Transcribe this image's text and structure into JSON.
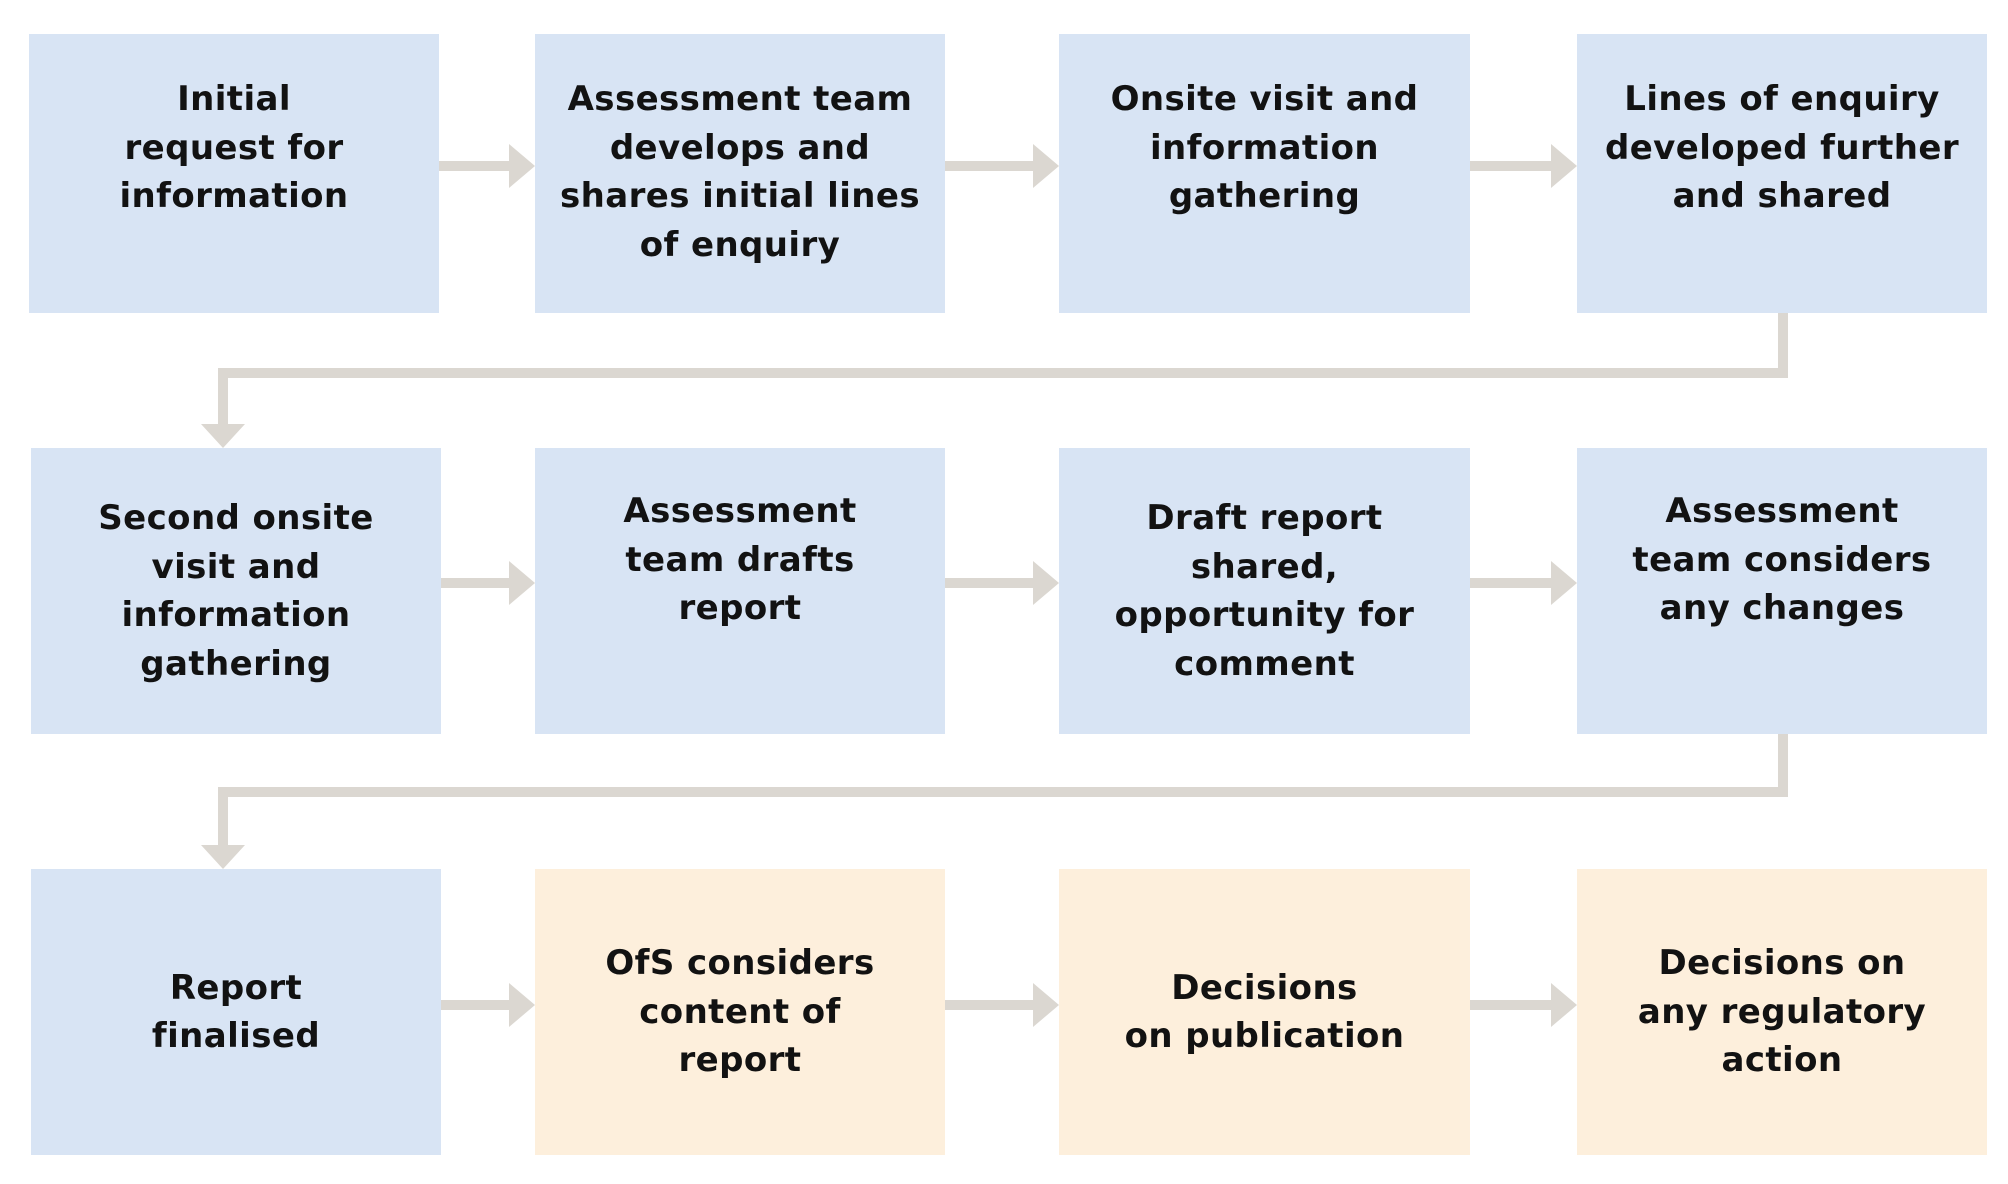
{
  "flowchart": {
    "steps": [
      {
        "id": "step-1",
        "label": "Initial\nrequest for\ninformation",
        "fill": "#d8e4f4"
      },
      {
        "id": "step-2",
        "label": "Assessment team\ndevelops and\nshares initial lines\nof enquiry",
        "fill": "#d8e4f4"
      },
      {
        "id": "step-3",
        "label": "Onsite visit and\ninformation\ngathering",
        "fill": "#d8e4f4"
      },
      {
        "id": "step-4",
        "label": "Lines of enquiry\ndeveloped further\nand shared",
        "fill": "#d8e4f4"
      },
      {
        "id": "step-5",
        "label": "Second onsite\nvisit and\ninformation\ngathering",
        "fill": "#d8e4f4"
      },
      {
        "id": "step-6",
        "label": "Assessment\nteam drafts\nreport",
        "fill": "#d8e4f4"
      },
      {
        "id": "step-7",
        "label": "Draft report\nshared,\nopportunity for\ncomment",
        "fill": "#d8e4f4"
      },
      {
        "id": "step-8",
        "label": "Assessment\nteam considers\nany changes",
        "fill": "#d8e4f4"
      },
      {
        "id": "step-9",
        "label": "Report\nfinalised",
        "fill": "#d8e4f4"
      },
      {
        "id": "step-10",
        "label": "OfS considers\ncontent of\nreport",
        "fill": "#fdefdc"
      },
      {
        "id": "step-11",
        "label": "Decisions\non publication",
        "fill": "#fdefdc"
      },
      {
        "id": "step-12",
        "label": "Decisions on\nany regulatory\naction",
        "fill": "#fdefdc"
      }
    ],
    "arrow_color": "#dbd7d1"
  }
}
